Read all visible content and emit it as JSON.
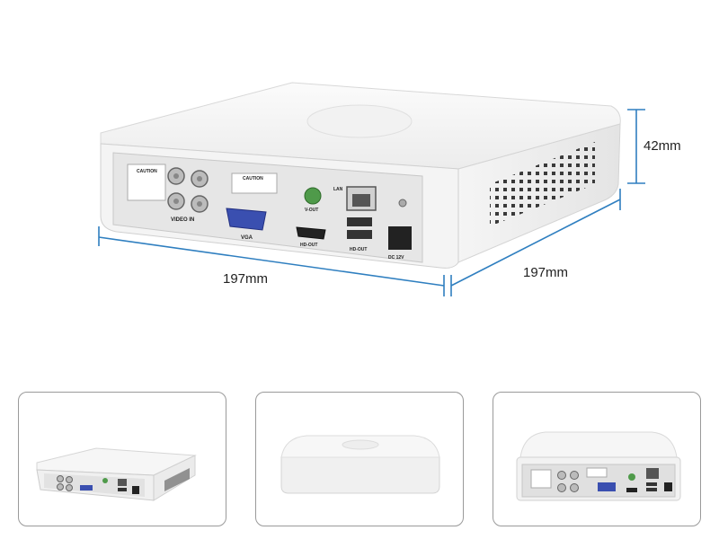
{
  "dimensions": {
    "width_label": "197mm",
    "depth_label": "197mm",
    "height_label": "42mm"
  },
  "ports": {
    "video_in": "VIDEO IN",
    "vga": "VGA",
    "v_out": "V-OUT",
    "lan": "LAN",
    "hd_out": "HD-OUT",
    "hd_out_usb": "HD-OUT",
    "dc": "DC 12V",
    "caution": "CAUTION"
  },
  "thumbnails": [
    {
      "view": "angled-rear"
    },
    {
      "view": "front"
    },
    {
      "view": "rear"
    }
  ],
  "colors": {
    "body": "#f2f2f2",
    "panel": "#e2e2e2",
    "port_blue": "#3a4fb0",
    "port_green": "#4f9a4a"
  }
}
